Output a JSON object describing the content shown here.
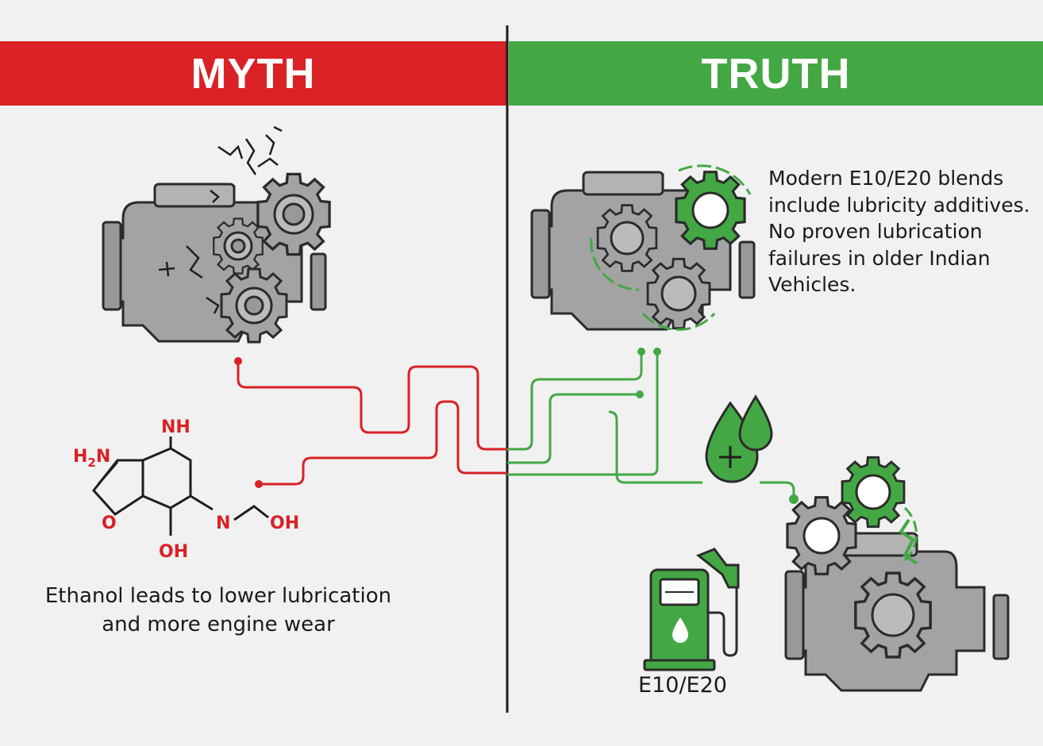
{
  "banners": {
    "myth": "MYTH",
    "truth": "TRUTH"
  },
  "myth": {
    "caption_line1": "Ethanol leads to lower lubrication",
    "caption_line2": "and more engine wear",
    "molecule_labels": {
      "nh": "NH",
      "h2n_h": "H",
      "h2n_sub": "2",
      "h2n_n": "N",
      "o": "O",
      "n": "N",
      "oh_right": "OH",
      "oh_bottom": "OH"
    }
  },
  "truth": {
    "lines": [
      "Modern E10/E20 blends",
      "include lubricity additives.",
      "No proven lubrication",
      "failures in older Indian",
      "Vehicles."
    ],
    "pump_label": "E10/E20"
  },
  "icons": [
    "cracked-engine-icon",
    "healthy-engine-icon",
    "oil-drop-plus-icon",
    "fuel-pump-icon",
    "engine-with-gears-icon",
    "molecule-icon"
  ],
  "colors": {
    "myth_red": "#d92126",
    "truth_green": "#43a844",
    "engine_grey": "#a3a3a3",
    "outline": "#2b2b2b",
    "background": "#f1f1f1"
  }
}
